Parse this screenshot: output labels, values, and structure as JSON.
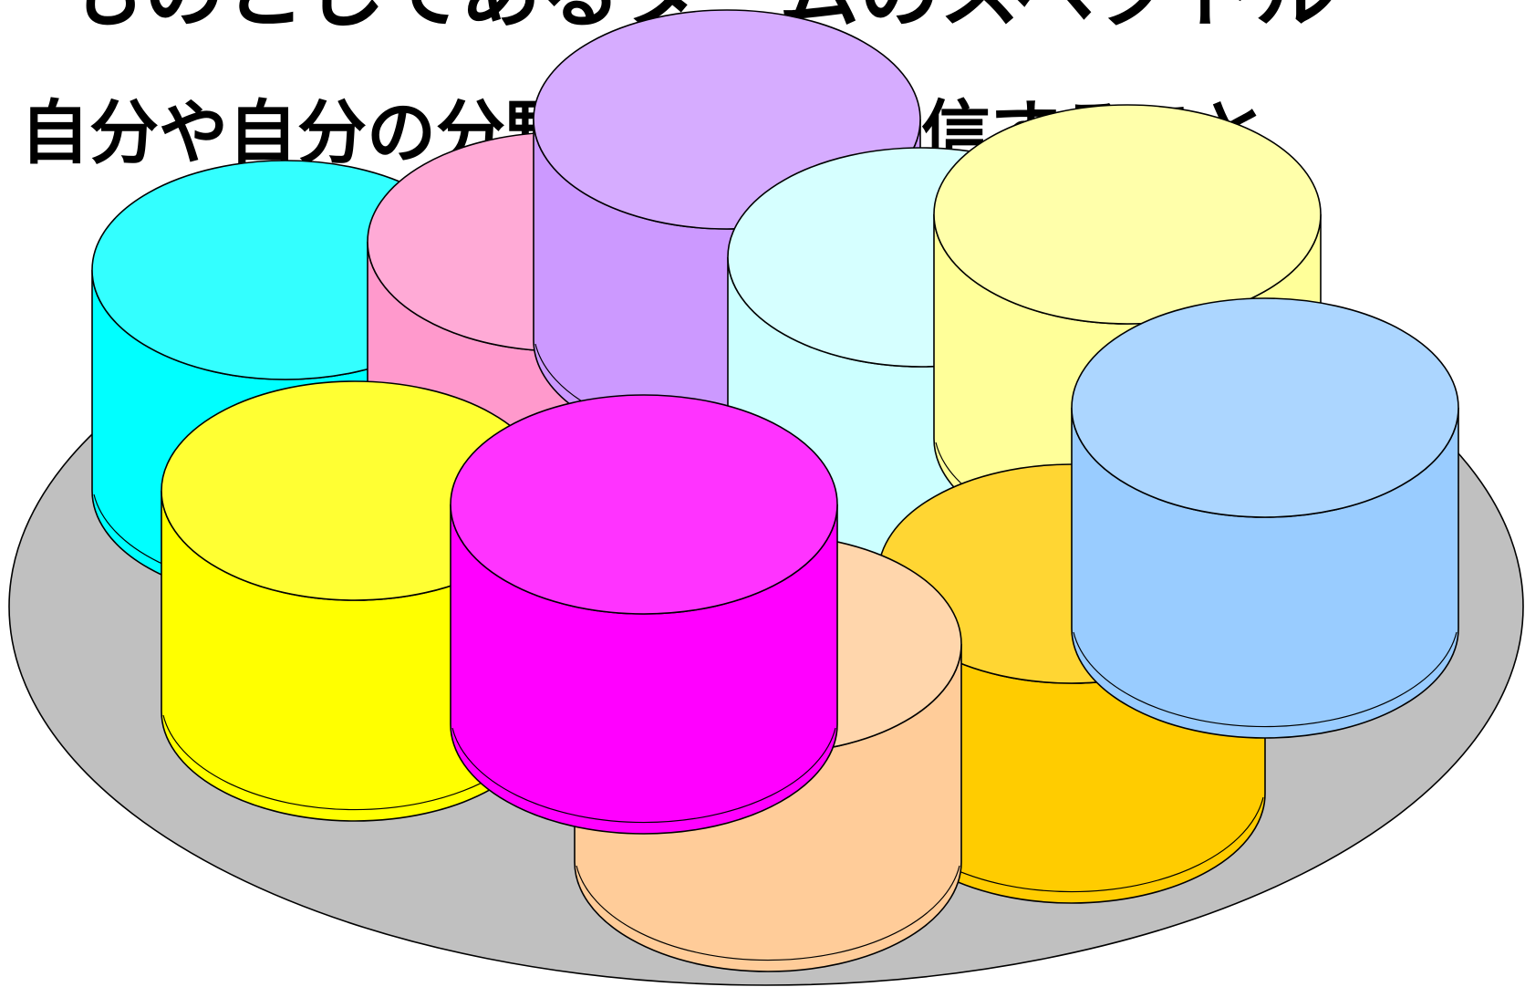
{
  "slide": {
    "heading_fragment": "ものとしてあるタームのスペクトル",
    "subheading": "自分や自分の分野のことを発信すること"
  },
  "palette": {
    "background": "#ffffff",
    "platter": "#c0c0c0",
    "outline": "#000000"
  },
  "cylinders": [
    {
      "name": "cylinder-cyan",
      "top": "#33ffff",
      "side": "#00ffff"
    },
    {
      "name": "cylinder-pink",
      "top": "#ffaad6",
      "side": "#ff99cc"
    },
    {
      "name": "cylinder-lavender",
      "top": "#d6acff",
      "side": "#cc99ff"
    },
    {
      "name": "cylinder-light-cyan",
      "top": "#d6ffff",
      "side": "#ccffff"
    },
    {
      "name": "cylinder-light-yellow",
      "top": "#ffffaa",
      "side": "#ffff99"
    },
    {
      "name": "cylinder-gold",
      "top": "#ffd633",
      "side": "#ffcc00"
    },
    {
      "name": "cylinder-sky-blue",
      "top": "#acd6ff",
      "side": "#99ccff"
    },
    {
      "name": "cylinder-peach",
      "top": "#ffd6ac",
      "side": "#ffcc99"
    },
    {
      "name": "cylinder-yellow",
      "top": "#ffff33",
      "side": "#ffff00"
    },
    {
      "name": "cylinder-magenta",
      "top": "#ff33ff",
      "side": "#ff00ff"
    }
  ]
}
